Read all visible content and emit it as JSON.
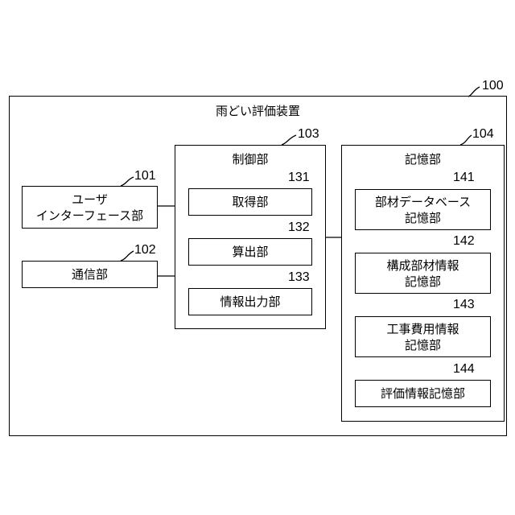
{
  "device": {
    "ref": "100",
    "title": "雨どい評価装置"
  },
  "ui": {
    "ref": "101",
    "line1": "ユーザ",
    "line2": "インターフェース部"
  },
  "comm": {
    "ref": "102",
    "label": "通信部"
  },
  "control": {
    "ref": "103",
    "title": "制御部",
    "acquire": {
      "ref": "131",
      "label": "取得部"
    },
    "calc": {
      "ref": "132",
      "label": "算出部"
    },
    "output": {
      "ref": "133",
      "label": "情報出力部"
    }
  },
  "storage": {
    "ref": "104",
    "title": "記憶部",
    "material_db": {
      "ref": "141",
      "line1": "部材データベース",
      "line2": "記憶部"
    },
    "component": {
      "ref": "142",
      "line1": "構成部材情報",
      "line2": "記憶部"
    },
    "cost": {
      "ref": "143",
      "line1": "工事費用情報",
      "line2": "記憶部"
    },
    "evaluation": {
      "ref": "144",
      "label": "評価情報記憶部"
    }
  }
}
